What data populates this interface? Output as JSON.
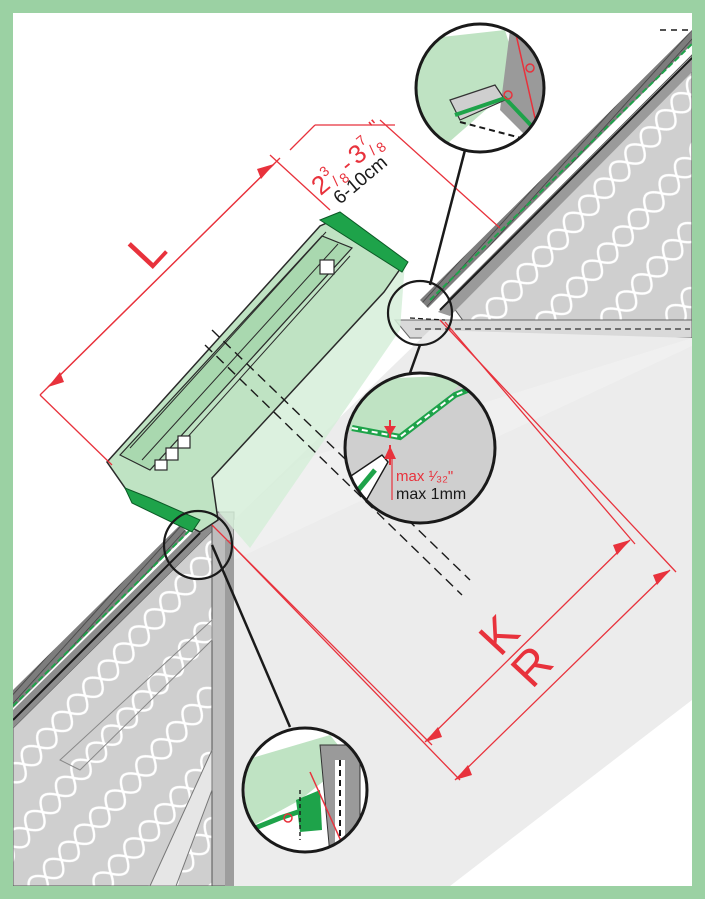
{
  "diagram": {
    "type": "roof window installation cross-section",
    "colors": {
      "frame_border": "#9bd1a3",
      "dimension_red": "#e8323c",
      "flashing_green": "#1ea34a",
      "window_green": "#bfe3c3",
      "insulation_gray": "#c8c8c8",
      "shaft_gray": "#ececec"
    },
    "dimensions": {
      "L": "L",
      "K": "K",
      "R": "R",
      "gap_imperial_int1": "2",
      "gap_imperial_sup1": "3",
      "gap_imperial_sub1": "8",
      "gap_imperial_sep": "-",
      "gap_imperial_int2": "3",
      "gap_imperial_sup2": "7",
      "gap_imperial_sub2": "8",
      "gap_imperial_unit": "\"",
      "gap_metric": "6-10cm",
      "tolerance_imperial": "max ¹⁄₃₂\"",
      "tolerance_metric": "max 1mm"
    },
    "details": [
      {
        "id": "top-detail",
        "icon": "magnifier-circle"
      },
      {
        "id": "middle-detail",
        "icon": "magnifier-circle"
      },
      {
        "id": "bottom-detail",
        "icon": "magnifier-circle"
      }
    ]
  }
}
